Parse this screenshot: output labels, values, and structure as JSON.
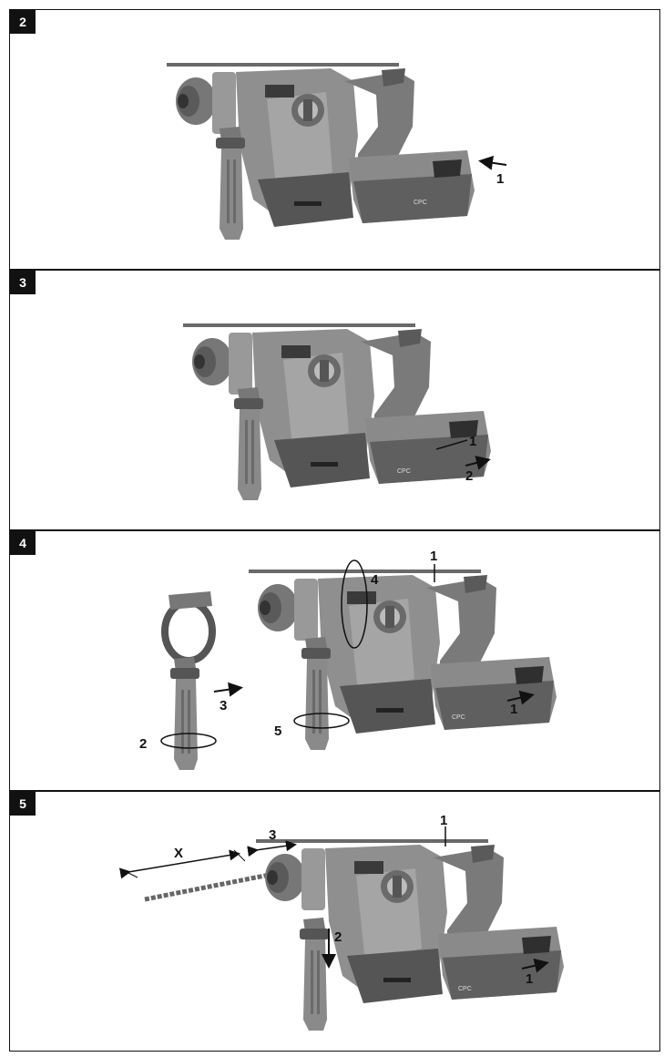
{
  "panels": [
    {
      "number": "2",
      "labels": {
        "a": "1"
      },
      "battery_text": "CPC"
    },
    {
      "number": "3",
      "labels": {
        "a": "1",
        "b": "2"
      },
      "battery_text": "CPC"
    },
    {
      "number": "4",
      "labels": {
        "a": "1",
        "b": "1",
        "c": "2",
        "d": "3",
        "e": "4",
        "f": "5"
      },
      "battery_text": "CPC"
    },
    {
      "number": "5",
      "labels": {
        "a": "1",
        "b": "1",
        "c": "2",
        "d": "3",
        "e": "X"
      },
      "battery_text": "CPC"
    }
  ],
  "colors": {
    "body_gray": "#8a8a8a",
    "light_gray": "#b5b5b5",
    "dark_gray": "#4a4a4a",
    "border": "#111111"
  }
}
